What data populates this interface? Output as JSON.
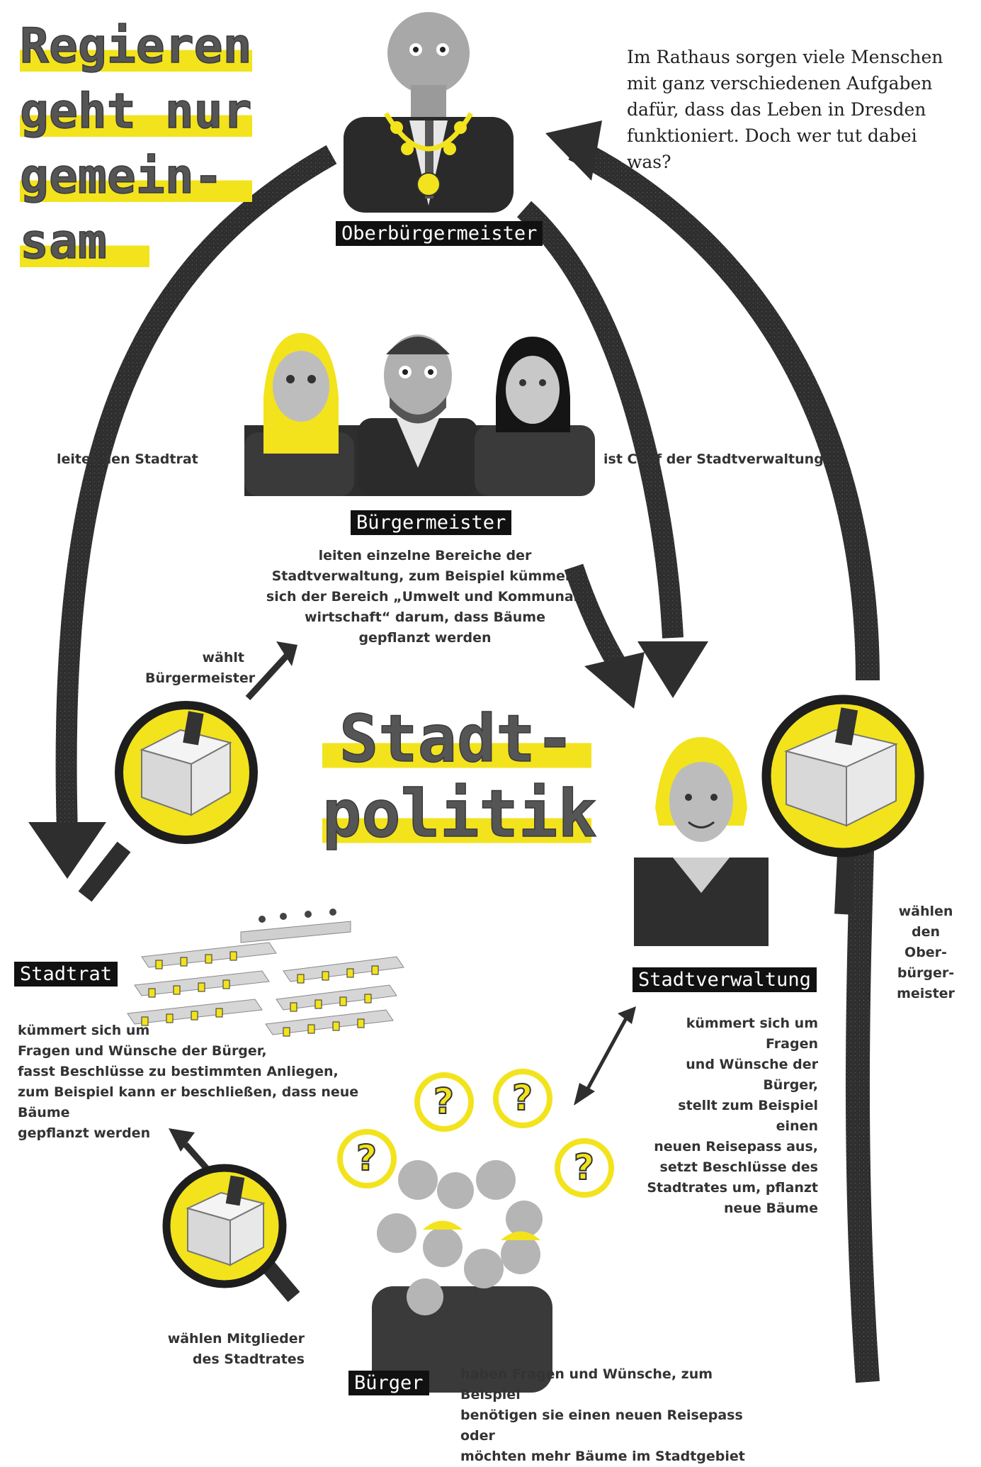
{
  "title_lines": [
    "Regieren",
    "geht nur",
    "gemein-",
    "sam"
  ],
  "intro": "Im Rathaus sorgen viele Menschen mit ganz verschiedenen Aufgaben dafür, dass das Leben in Dresden funktioniert. Doch wer tut dabei was?",
  "center_title_lines": [
    "Stadt-",
    "politik"
  ],
  "roles": {
    "mayor": "Oberbürgermeister",
    "deputies": "Bürgermeister",
    "council": "Stadtrat",
    "administration": "Stadtverwaltung",
    "citizens": "Bürger"
  },
  "arrows": {
    "leads_council": "leitet den Stadtrat",
    "heads_admin": "ist Chef der Stadtverwaltung",
    "elects_deputies_lines": [
      "wählt",
      "Bürgermeister"
    ],
    "elect_mayor_lines": [
      "wählen",
      "den Ober-",
      "bürger-",
      "meister"
    ],
    "elect_council_lines": [
      "wählen Mitglieder",
      "des Stadtrates"
    ]
  },
  "descriptions": {
    "deputies_lines": [
      "leiten einzelne Bereiche der",
      "Stadtverwaltung, zum Beispiel kümmert",
      "sich der Bereich „Umwelt und Kommunal-",
      "wirtschaft“ darum, dass Bäume",
      "gepflanzt werden"
    ],
    "council_lines": [
      "kümmert sich um",
      "Fragen und Wünsche der Bürger,",
      "fasst Beschlüsse zu bestimmten Anliegen,",
      "zum Beispiel kann er beschließen, dass neue Bäume",
      "gepflanzt werden"
    ],
    "admin_lines": [
      "kümmert sich um Fragen",
      "und Wünsche der Bürger,",
      "stellt zum Beispiel einen",
      "neuen Reisepass aus,",
      "setzt Beschlüsse des",
      "Stadtrates um, pflanzt",
      "neue Bäume"
    ],
    "citizens_lines": [
      "haben Fragen und Wünsche, zum Beispiel",
      "benötigen sie einen neuen Reisepass oder",
      "möchten mehr Bäume im Stadtgebiet"
    ]
  },
  "question_mark": "?",
  "colors": {
    "accent": "#f2e31d",
    "dark": "#2b2b2b",
    "label_bg": "#111111"
  }
}
